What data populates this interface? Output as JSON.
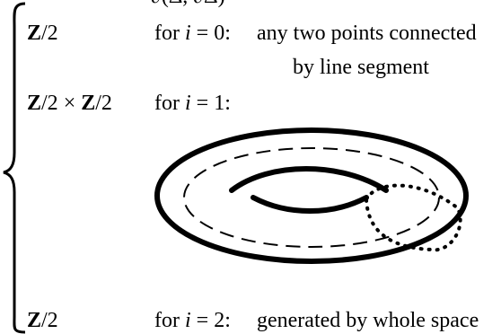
{
  "header_partial": "∂(Δ, ∂Δ)",
  "cases": [
    {
      "group": "Z/2",
      "condition_prefix": "for ",
      "condition_var": "i",
      "condition_eq": " = 0:",
      "description_line1": "any two points connected",
      "description_line2": "by line segment"
    },
    {
      "group": "Z/2 × Z/2",
      "condition_prefix": "for ",
      "condition_var": "i",
      "condition_eq": " = 1:",
      "description_line1": ""
    },
    {
      "group": "Z/2",
      "condition_prefix": "for ",
      "condition_var": "i",
      "condition_eq": " = 2:",
      "description_line1": "generated by whole space"
    }
  ],
  "figure": {
    "subject": "torus",
    "line_color": "#000000"
  }
}
